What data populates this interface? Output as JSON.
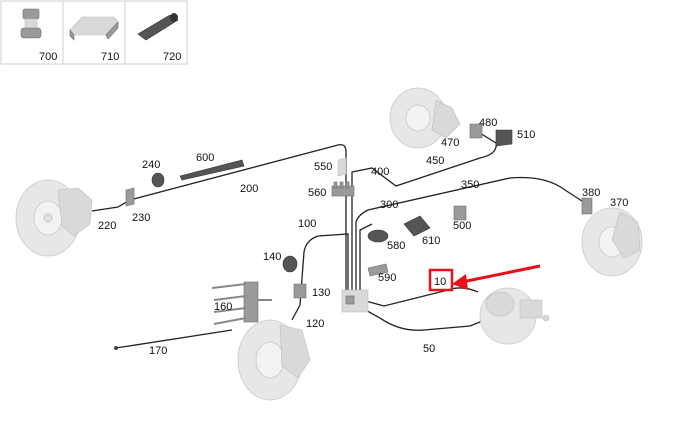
{
  "legend_cells": [
    {
      "label": "700"
    },
    {
      "label": "710"
    },
    {
      "label": "720"
    }
  ],
  "callouts": {
    "c10": "10",
    "c50": "50",
    "c100": "100",
    "c120": "120",
    "c130": "130",
    "c140": "140",
    "c160": "160",
    "c170": "170",
    "c200": "200",
    "c220": "220",
    "c230": "230",
    "c240": "240",
    "c300": "300",
    "c350": "350",
    "c370": "370",
    "c380": "380",
    "c400": "400",
    "c450": "450",
    "c470": "470",
    "c480": "480",
    "c500": "500",
    "c510": "510",
    "c550": "550",
    "c560": "560",
    "c580": "580",
    "c590": "590",
    "c600": "600",
    "c610": "610"
  },
  "colors": {
    "highlight": "#e8111b",
    "line": "#222222",
    "part_light": "#d9d9d9",
    "part_dark": "#555555"
  }
}
